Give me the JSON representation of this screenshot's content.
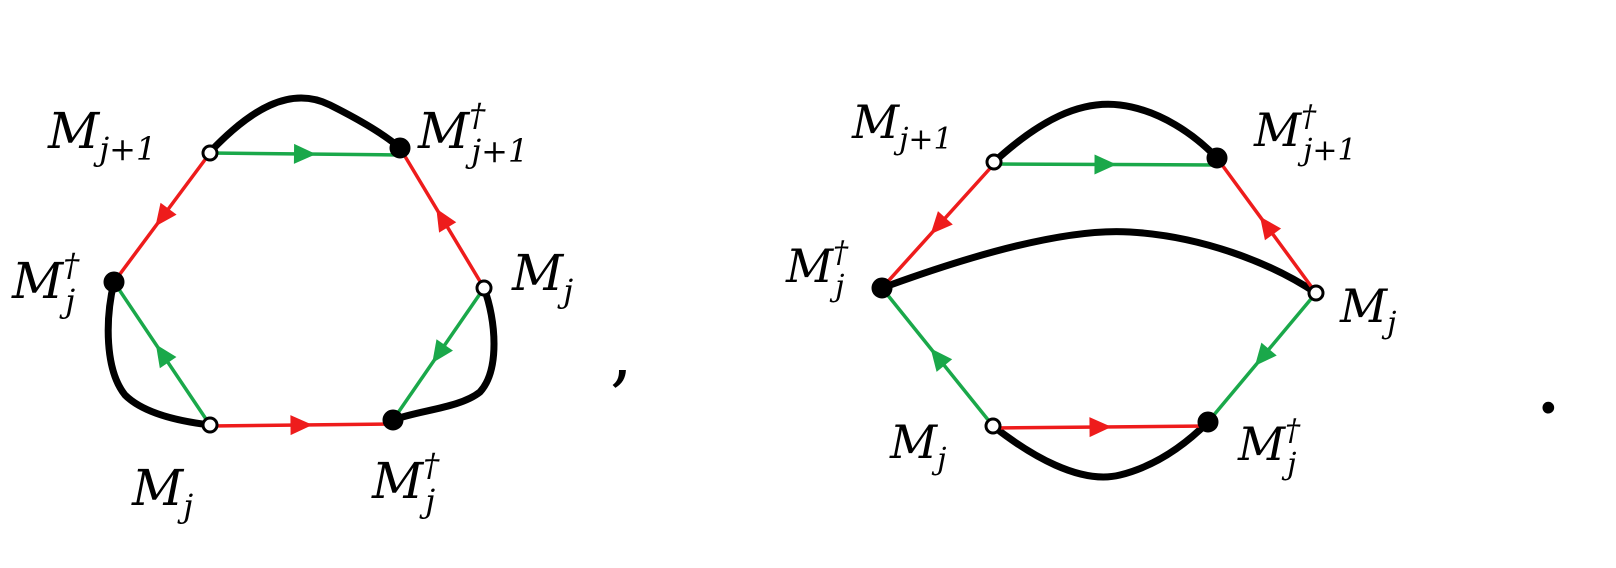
{
  "colors": {
    "red": "#ee1c1c",
    "green": "#1aa84a",
    "black": "#000000",
    "white": "#ffffff"
  },
  "diagrams": [
    {
      "id": "left",
      "labels": {
        "top_left": {
          "base": "M",
          "sub": "j+1",
          "sup": ""
        },
        "top_right": {
          "base": "M",
          "sub": "j+1",
          "sup": "†"
        },
        "mid_left": {
          "base": "M",
          "sub": "j",
          "sup": "†"
        },
        "mid_right": {
          "base": "M",
          "sub": "j",
          "sup": ""
        },
        "bottom_left": {
          "base": "M",
          "sub": "j",
          "sup": ""
        },
        "bottom_right": {
          "base": "M",
          "sub": "j",
          "sup": "†"
        }
      }
    },
    {
      "id": "right",
      "labels": {
        "top_left": {
          "base": "M",
          "sub": "j+1",
          "sup": ""
        },
        "top_right": {
          "base": "M",
          "sub": "j+1",
          "sup": "†"
        },
        "mid_left": {
          "base": "M",
          "sub": "j",
          "sup": "†"
        },
        "mid_right": {
          "base": "M",
          "sub": "j",
          "sup": ""
        },
        "bottom_left": {
          "base": "M",
          "sub": "j",
          "sup": ""
        },
        "bottom_right": {
          "base": "M",
          "sub": "j",
          "sup": "†"
        }
      }
    }
  ],
  "separators": {
    "comma": ",",
    "period": "."
  }
}
